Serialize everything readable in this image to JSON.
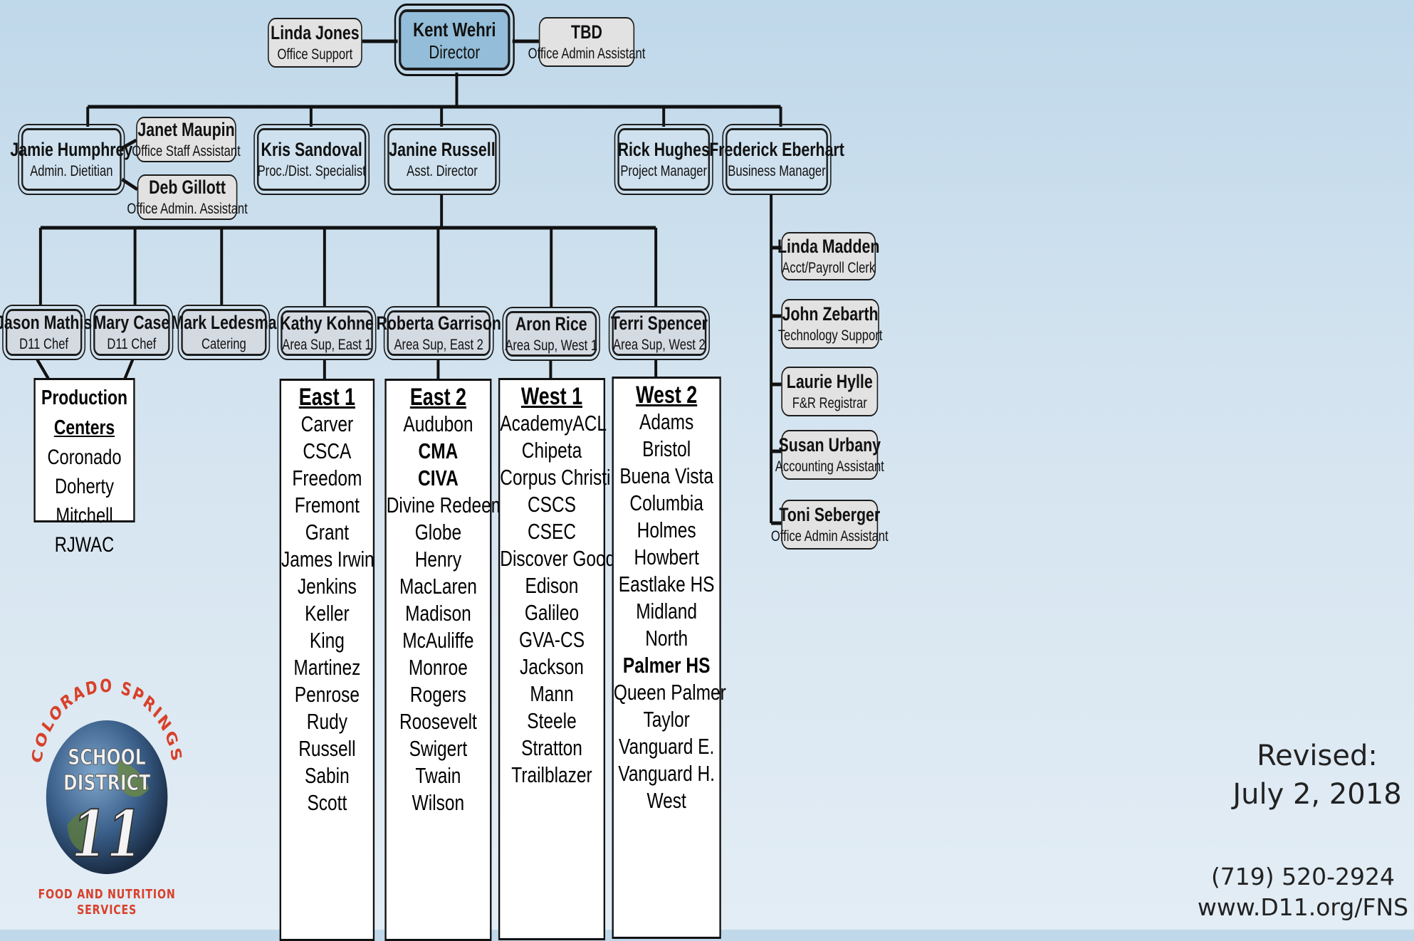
{
  "director": {
    "name": "Kent Wehri",
    "title": "Director"
  },
  "office_left": {
    "name": "Linda Jones",
    "title": "Office Support"
  },
  "office_right": {
    "name": "TBD",
    "title": "Office Admin Assistant"
  },
  "managers": [
    {
      "name": "Jamie Humphrey",
      "title": "Admin. Dietitian"
    },
    {
      "name": "Kris Sandoval",
      "title": "Proc./Dist. Specialist"
    },
    {
      "name": "Janine Russell",
      "title": "Asst. Director"
    },
    {
      "name": "Rick Hughes",
      "title": "Project  Manager"
    },
    {
      "name": "Frederick Eberhart",
      "title": "Business Manager"
    }
  ],
  "dietitian_staff": [
    {
      "name": "Janet Maupin",
      "title": "Office Staff Assistant"
    },
    {
      "name": "Deb Gillott",
      "title": "Office Admin. Assistant"
    }
  ],
  "business_staff": [
    {
      "name": "Linda Madden",
      "title": "Acct/Payroll Clerk"
    },
    {
      "name": "John Zebarth",
      "title": "Technology Support"
    },
    {
      "name": "Laurie Hylle",
      "title": "F&R Registrar"
    },
    {
      "name": "Susan Urbany",
      "title": "Accounting Assistant"
    },
    {
      "name": "Toni Seberger",
      "title": "Office Admin Assistant"
    }
  ],
  "chefs": [
    {
      "name": "Jason Mathis",
      "title": "D11 Chef"
    },
    {
      "name": "Mary Case",
      "title": "D11 Chef"
    },
    {
      "name": "Mark Ledesma",
      "title": "Catering"
    }
  ],
  "area_sups": [
    {
      "name": "Kathy Kohne",
      "title": "Area Sup, East 1"
    },
    {
      "name": "Roberta Garrison",
      "title": "Area Sup, East 2"
    },
    {
      "name": "Aron Rice",
      "title": "Area Sup, West 1"
    },
    {
      "name": "Terri Spencer",
      "title": "Area Sup, West 2"
    }
  ],
  "production": {
    "heading_1": "Production",
    "heading_2": "Centers",
    "items": [
      "Coronado",
      "Doherty",
      "Mitchell",
      "RJWAC"
    ]
  },
  "areas": [
    {
      "heading": "East 1",
      "schools": [
        {
          "name": "Carver"
        },
        {
          "name": "CSCA"
        },
        {
          "name": "Freedom"
        },
        {
          "name": "Fremont"
        },
        {
          "name": "Grant"
        },
        {
          "name": "James Irwin"
        },
        {
          "name": "Jenkins"
        },
        {
          "name": "Keller"
        },
        {
          "name": "King"
        },
        {
          "name": "Martinez"
        },
        {
          "name": "Penrose"
        },
        {
          "name": "Rudy"
        },
        {
          "name": "Russell"
        },
        {
          "name": "Sabin"
        },
        {
          "name": "Scott"
        }
      ]
    },
    {
      "heading": "East 2",
      "schools": [
        {
          "name": "Audubon"
        },
        {
          "name": "CMA",
          "bold": true
        },
        {
          "name": "CIVA",
          "bold": true
        },
        {
          "name": "Divine Redeemer"
        },
        {
          "name": "Globe"
        },
        {
          "name": "Henry"
        },
        {
          "name": "MacLaren"
        },
        {
          "name": "Madison"
        },
        {
          "name": "McAuliffe"
        },
        {
          "name": "Monroe"
        },
        {
          "name": "Rogers"
        },
        {
          "name": "Roosevelt"
        },
        {
          "name": "Swigert"
        },
        {
          "name": "Twain"
        },
        {
          "name": "Wilson"
        }
      ]
    },
    {
      "heading": "West 1",
      "schools": [
        {
          "name": "AcademyACL"
        },
        {
          "name": "Chipeta"
        },
        {
          "name": "Corpus Christi"
        },
        {
          "name": "CSCS"
        },
        {
          "name": "CSEC"
        },
        {
          "name": "Discover Goodwill"
        },
        {
          "name": "Edison"
        },
        {
          "name": "Galileo"
        },
        {
          "name": "GVA-CS"
        },
        {
          "name": "Jackson"
        },
        {
          "name": "Mann"
        },
        {
          "name": "Steele"
        },
        {
          "name": "Stratton"
        },
        {
          "name": "Trailblazer"
        }
      ]
    },
    {
      "heading": "West 2",
      "schools": [
        {
          "name": "Adams"
        },
        {
          "name": "Bristol"
        },
        {
          "name": "Buena Vista"
        },
        {
          "name": "Columbia"
        },
        {
          "name": "Holmes"
        },
        {
          "name": "Howbert"
        },
        {
          "name": "Eastlake HS"
        },
        {
          "name": "Midland"
        },
        {
          "name": "North"
        },
        {
          "name": "Palmer HS",
          "bold": true
        },
        {
          "name": "Queen Palmer"
        },
        {
          "name": "Taylor"
        },
        {
          "name": "Vanguard E."
        },
        {
          "name": "Vanguard H."
        },
        {
          "name": "West"
        }
      ]
    }
  ],
  "logo": {
    "top_text": "COLORADO SPRINGS",
    "school": "SCHOOL",
    "district": "DISTRICT",
    "number": "11",
    "bottom_1": "FOOD AND NUTRITION",
    "bottom_2": "SERVICES",
    "colors": {
      "arc_text": "#d8402a",
      "globe": "#3a5f8a",
      "block_text": "#f2f2f2"
    }
  },
  "revised": {
    "label": "Revised:",
    "date": "July 2, 2018"
  },
  "contact": {
    "phone": "(719) 520-2924",
    "web": "www.D11.org/FNS"
  }
}
